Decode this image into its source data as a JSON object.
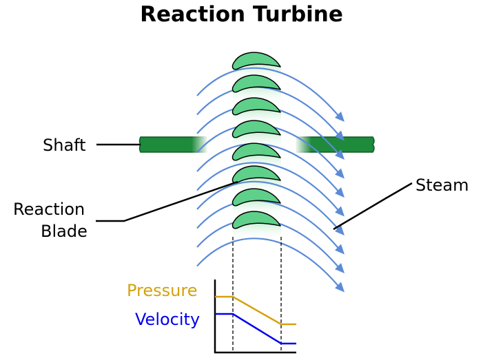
{
  "title": "Reaction Turbine",
  "labels": {
    "shaft": "Shaft",
    "blade_line1": "Reaction",
    "blade_line2": "Blade",
    "steam": "Steam",
    "pressure": "Pressure",
    "velocity": "Velocity"
  },
  "colors": {
    "shaft": "#1e8a3c",
    "blade_fill": "#5ed08a",
    "steam_arrow": "#5b8bd8",
    "pressure": "#d4a20d",
    "velocity": "#0000ee"
  },
  "blade_count": 8,
  "steam_arrow_count": 10
}
